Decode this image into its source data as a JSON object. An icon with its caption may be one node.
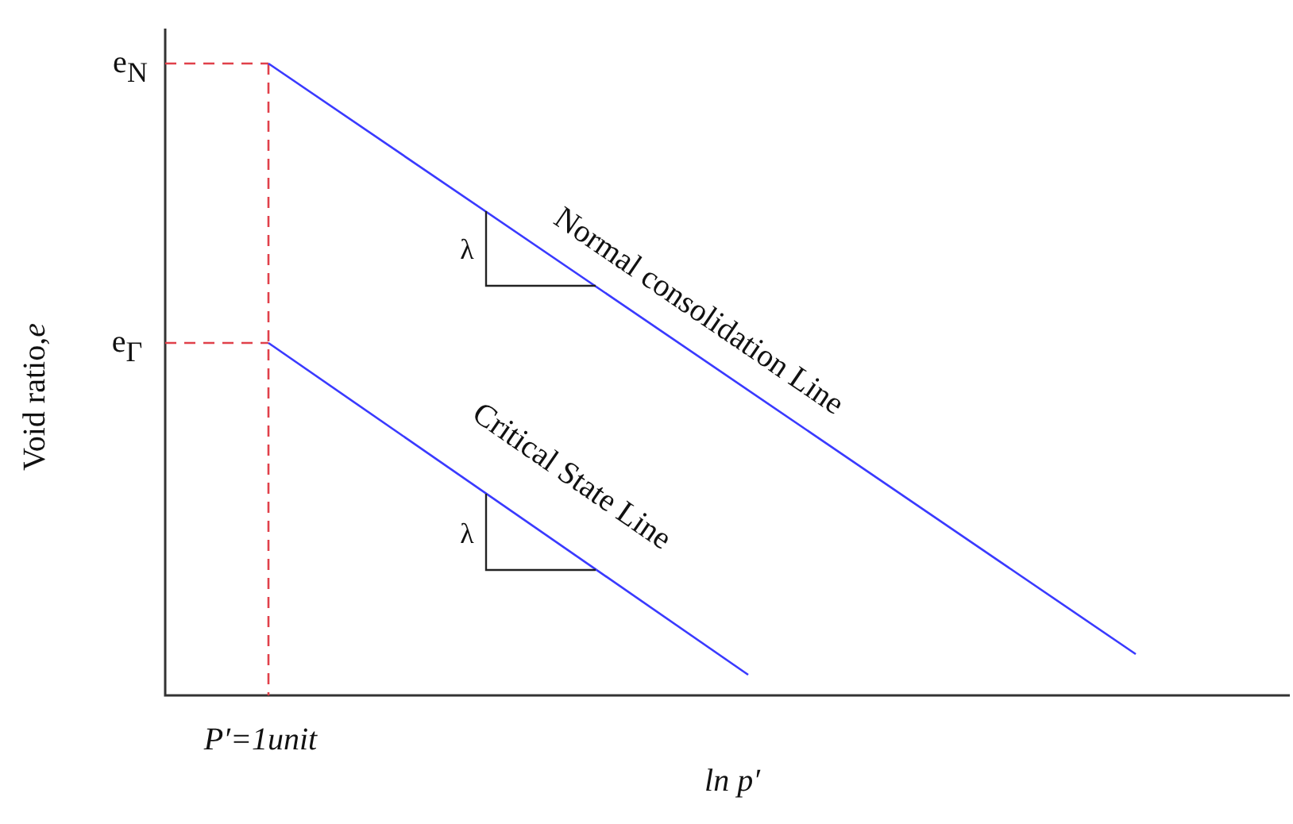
{
  "diagram": {
    "labels": [
      "e$_{N}$",
      "Normal consolidation Line",
      "λ",
      "e$_{Γ}$",
      "Void ratio,*e*",
      "Critical State Line",
      "λ",
      "P′=1unit",
      "ln p′"
    ]
  }
}
